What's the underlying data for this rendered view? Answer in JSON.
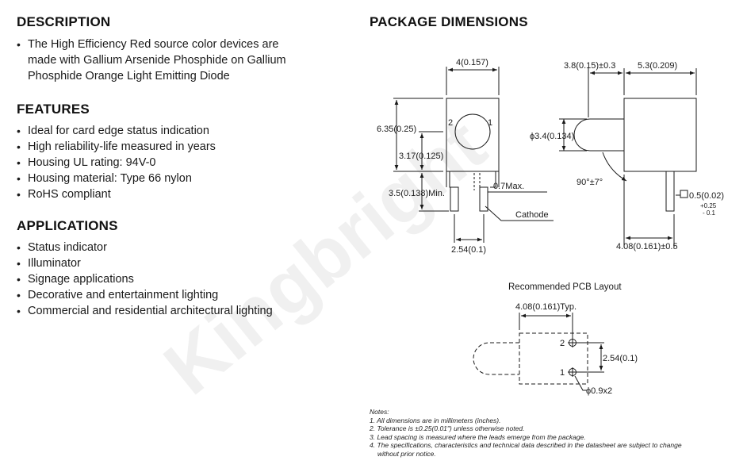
{
  "description": {
    "title": "DESCRIPTION",
    "lines": [
      "The High Efficiency Red source color devices are",
      "made with Gallium Arsenide Phosphide on Gallium",
      "Phosphide Orange Light Emitting Diode"
    ]
  },
  "features": {
    "title": "FEATURES",
    "items": [
      "Ideal for card edge status indication",
      "High reliability-life measured in years",
      "Housing UL rating: 94V-0",
      "Housing material: Type 66 nylon",
      "RoHS compliant"
    ]
  },
  "applications": {
    "title": "APPLICATIONS",
    "items": [
      "Status indicator",
      "Illuminator",
      "Signage applications",
      "Decorative and entertainment lighting",
      "Commercial and residential architectural lighting"
    ]
  },
  "package": {
    "title": "PACKAGE DIMENSIONS",
    "front": {
      "width": "4(0.157)",
      "height": "6.35(0.25)",
      "center": "3.17(0.125)",
      "min_lead": "3.5(0.138)Min.",
      "max": "0.7Max.",
      "pin1": "1",
      "pin2": "2",
      "cathode": "Cathode",
      "spacing": "2.54(0.1)"
    },
    "side": {
      "offset": "3.8(0.15)±0.3",
      "body": "5.3(0.209)",
      "lens": "ϕ3.4(0.134)",
      "angle": "90°±7°",
      "lead": "0.5(0.02)",
      "tol_plus": "+0.25",
      "tol_minus": "- 0.1",
      "depth": "4.08(0.161)±0.5"
    },
    "pcb": {
      "title": "Recommended PCB Layout",
      "typ": "4.08(0.161)Typ.",
      "spacing": "2.54(0.1)",
      "hole": "ϕ0.9x2",
      "pin1": "1",
      "pin2": "2"
    }
  },
  "notes": {
    "title": "Notes:",
    "items": [
      "1. All dimensions are in millimeters (inches).",
      "2. Tolerance is ±0.25(0.01\") unless otherwise noted.",
      "3. Lead spacing is measured where the leads emerge from the package.",
      "4. The specifications, characteristics and technical data described in the datasheet are subject to change",
      "without prior notice."
    ]
  },
  "watermark": "Kingbright"
}
